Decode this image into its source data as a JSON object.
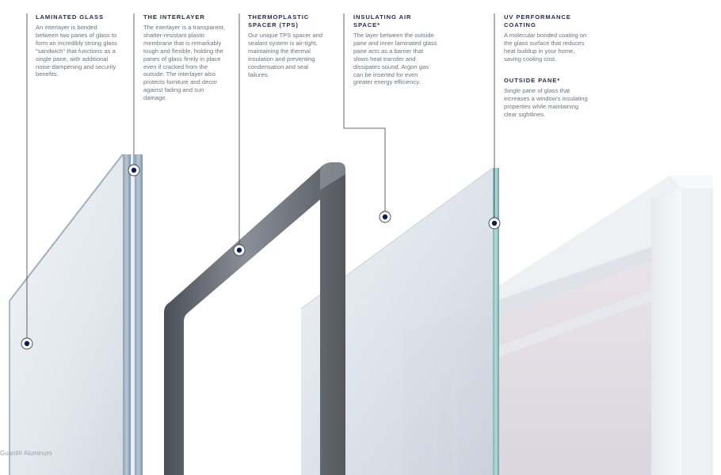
{
  "callouts": [
    {
      "title": "LAMINATED GLASS",
      "desc": "An interlayer is bonded between two panes of glass to form an incredibly strong glass \"sandwich\" that functions as a single pane, with additional noise-dampening and security benefits."
    },
    {
      "title": "THE INTERLAYER",
      "desc": "The interlayer is a transparent, shatter-resistant plastic membrane that is remarkably tough and flexible, holding the panes of glass firmly in place even if cracked from the outside. The interlayer also protects furniture and decor against fading and sun damage."
    },
    {
      "title": "THERMOPLASTIC SPACER (TPS)",
      "desc": "Our unique TPS spacer and sealant system is air-tight, maintaining the thermal insulation and preventing condensation and seal failures."
    },
    {
      "title": "INSULATING AIR SPACE*",
      "desc": "The layer between the outside pane and inner laminated glass pane acts as a barrier that slows heat transfer and dissipates sound. Argon gas can be inserted for even greater energy efficiency."
    },
    {
      "title": "UV PERFORMANCE COATING",
      "desc": "A molecular bonded coating on the glass surface that reduces heat buildup in your home, saving cooling cost."
    },
    {
      "title": "OUTSIDE PANE*",
      "desc": "Single pane of glass that increases a window's insulating properties while maintaining clear sightlines."
    }
  ],
  "footer": {
    "text": "Guard® Aluminum"
  },
  "colors": {
    "accent": "#1f2a5a",
    "body_text": "#6f7380",
    "marker": "#0c1d57",
    "leader": "#3a3f4a"
  }
}
